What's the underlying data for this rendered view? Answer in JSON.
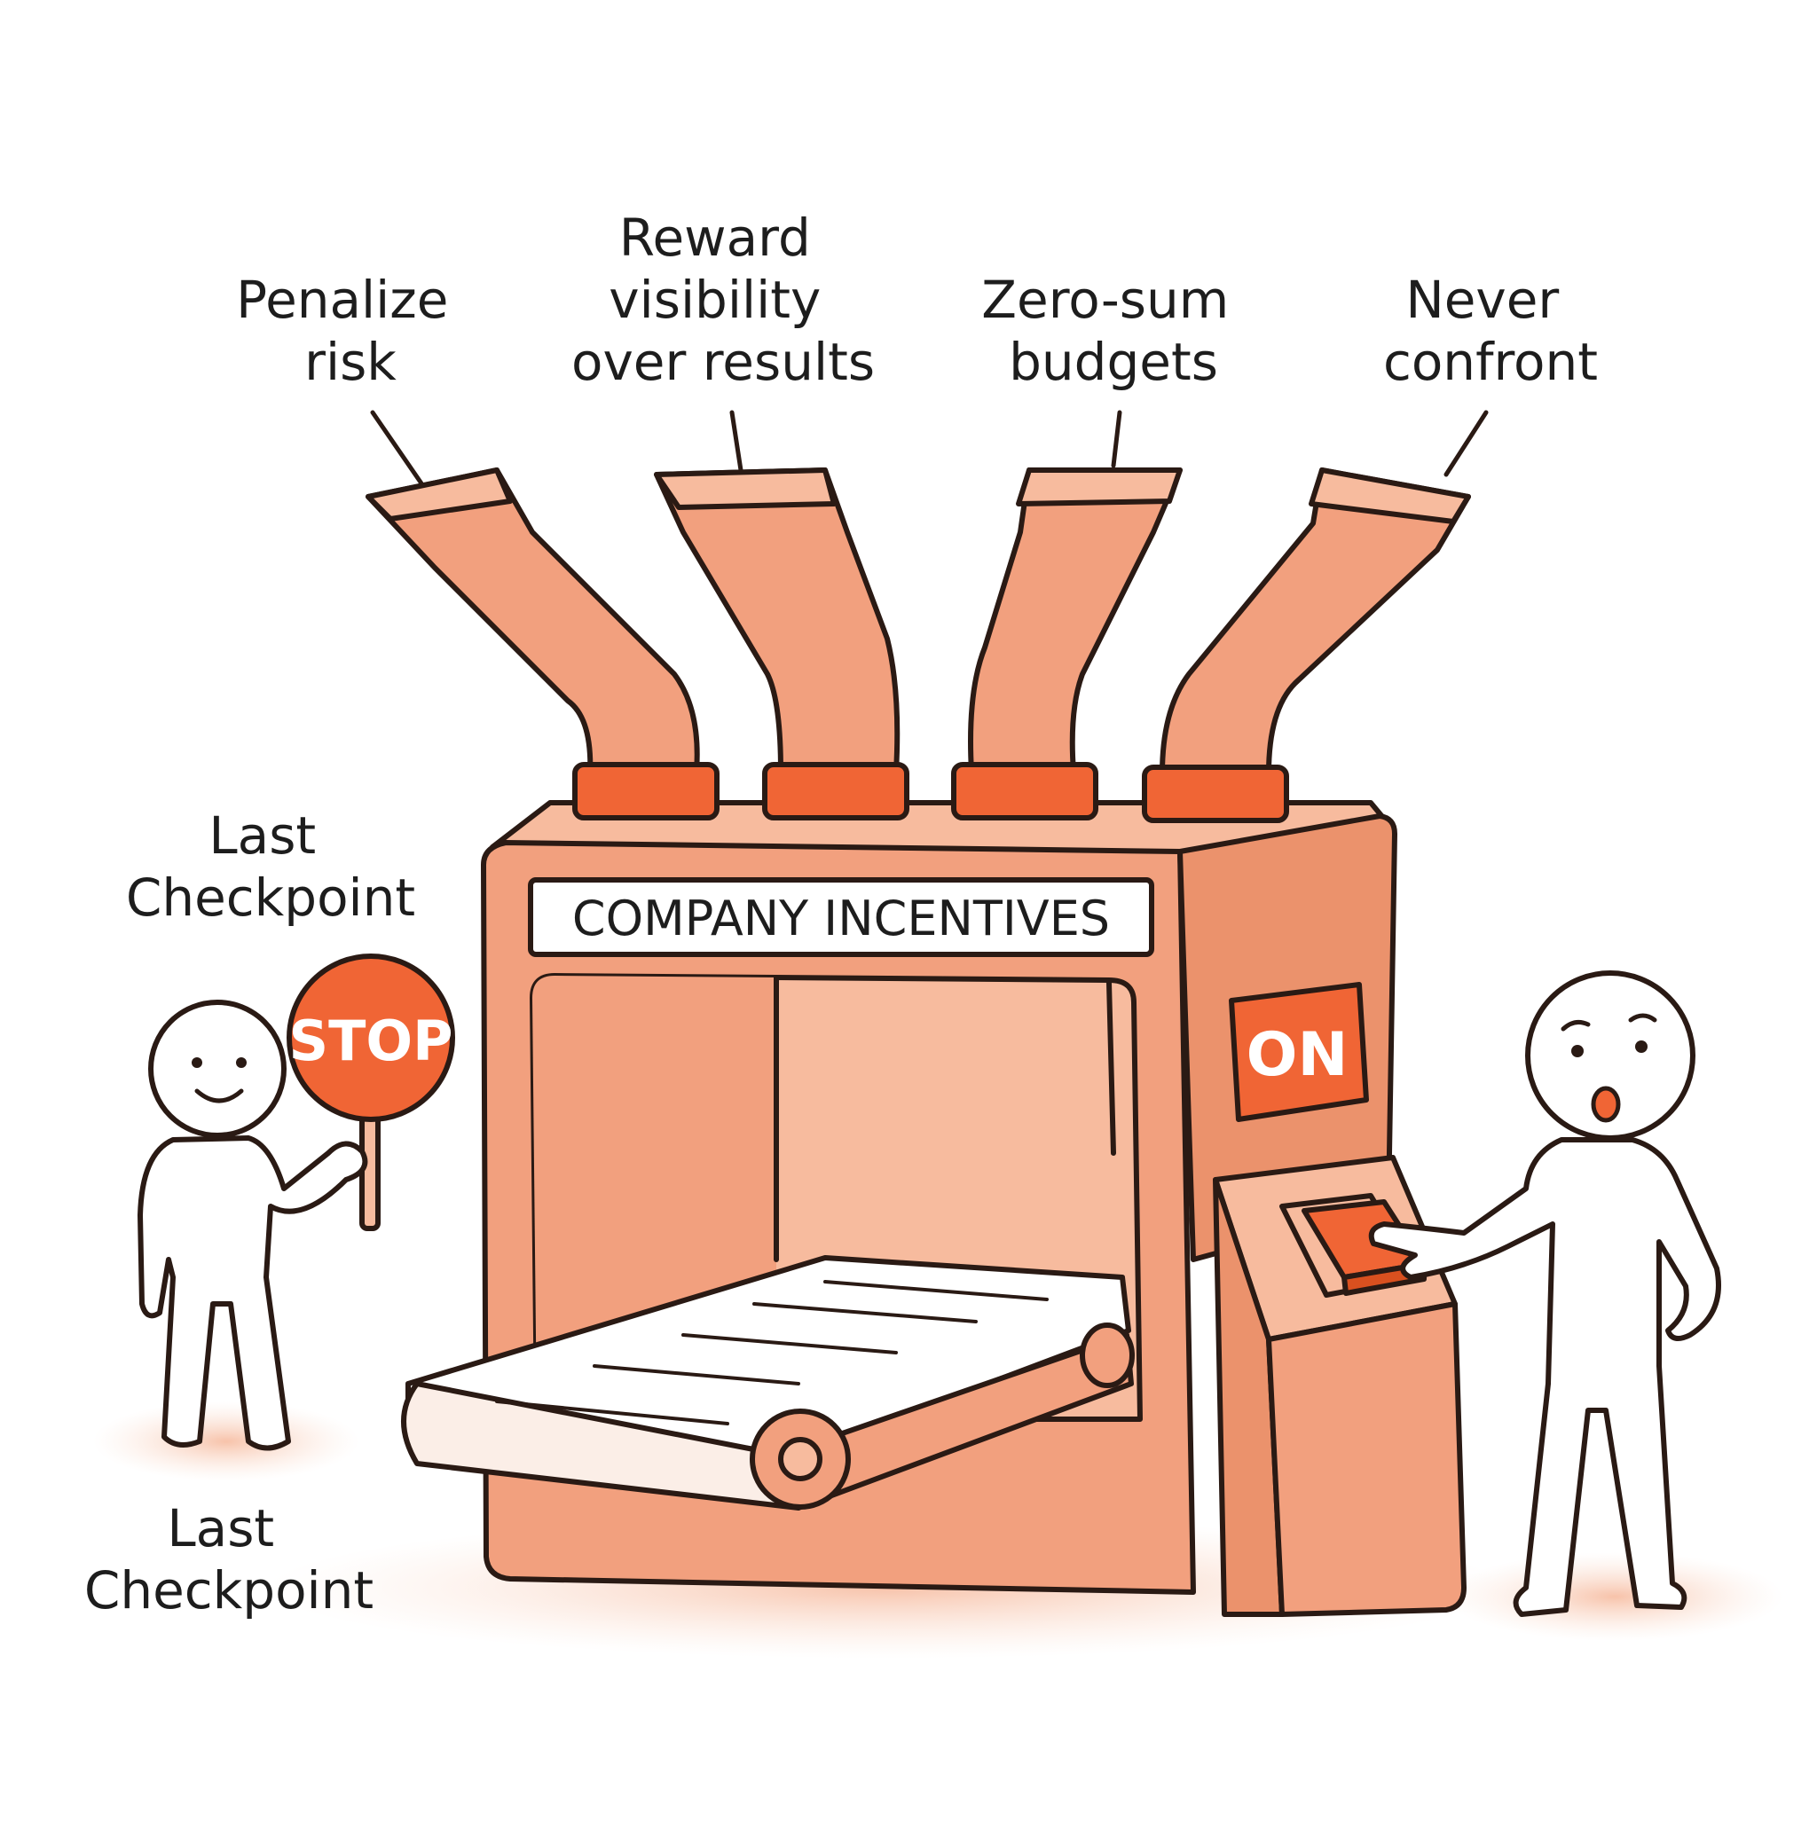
{
  "machine": {
    "sign": "COMPANY INCENTIVES",
    "on_light": "ON"
  },
  "inputs": [
    {
      "lines": [
        "Penalize",
        "risk"
      ]
    },
    {
      "lines": [
        "Reward",
        "visibility",
        "over results"
      ]
    },
    {
      "lines": [
        "Zero-sum",
        "budgets"
      ]
    },
    {
      "lines": [
        "Never",
        "confront"
      ]
    }
  ],
  "checkpoint": {
    "label_top": [
      "Last",
      "Checkpoint"
    ],
    "label_bottom": [
      "Last",
      "Checkpoint"
    ],
    "sign": "STOP"
  },
  "colors": {
    "machine_body": "#f2a07e",
    "machine_light": "#f7bb9e",
    "accent": "#f06535",
    "outline": "#2a1a14",
    "glow": "#fbd9c8"
  }
}
